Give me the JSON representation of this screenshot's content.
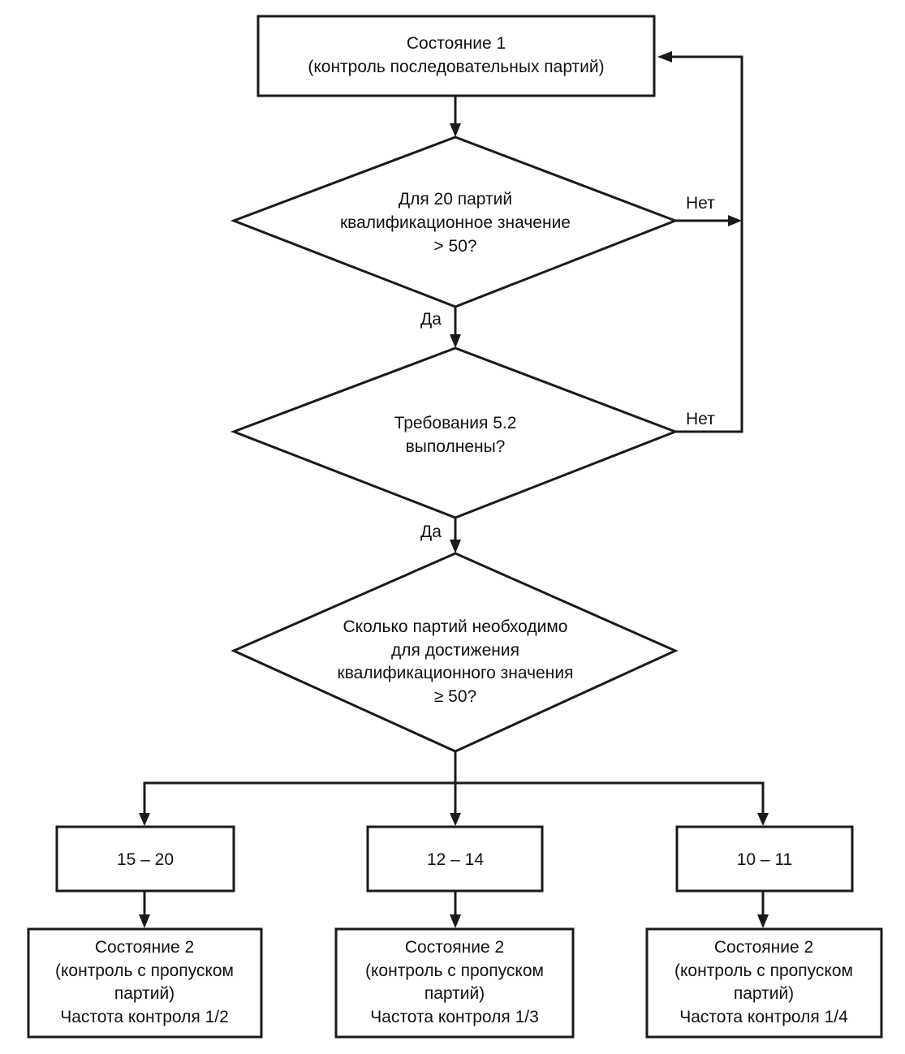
{
  "nodes": {
    "state1": {
      "lines": [
        "Состояние 1",
        "(контроль последовательных партий)"
      ]
    },
    "decision1": {
      "lines": [
        "Для 20 партий",
        "квалификационное значение",
        "> 50?"
      ]
    },
    "decision2": {
      "lines": [
        "Требования 5.2",
        "выполнены?"
      ]
    },
    "decision3": {
      "lines": [
        "Сколько партий необходимо",
        "для достижения",
        "квалификационного значения",
        "≥ 50?"
      ]
    },
    "range_a": {
      "label": "15 – 20"
    },
    "range_b": {
      "label": "12 – 14"
    },
    "range_c": {
      "label": "10 – 11"
    },
    "state2_a": {
      "lines": [
        "Состояние 2",
        "(контроль с пропуском",
        "партий)",
        "Частота контроля 1/2"
      ]
    },
    "state2_b": {
      "lines": [
        "Состояние 2",
        "(контроль с пропуском",
        "партий)",
        "Частота контроля 1/3"
      ]
    },
    "state2_c": {
      "lines": [
        "Состояние 2",
        "(контроль с пропуском",
        "партий)",
        "Частота контроля 1/4"
      ]
    }
  },
  "edge_labels": {
    "yes": "Да",
    "no": "Нет"
  }
}
